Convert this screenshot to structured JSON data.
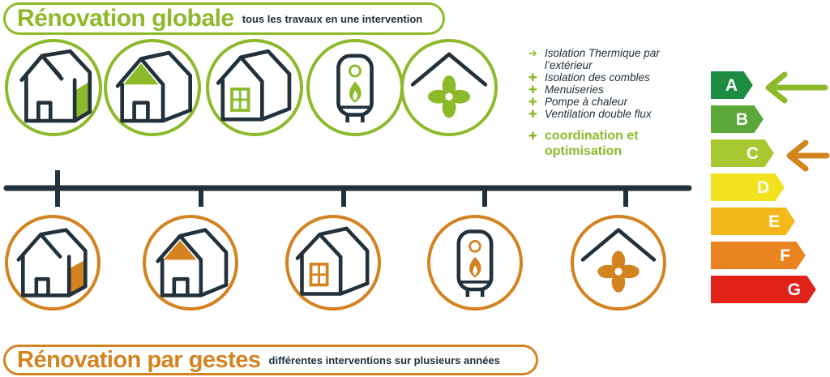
{
  "header": {
    "title": "Rénovation globale",
    "subtitle": "tous les travaux en une intervention",
    "color": "#8dba2b"
  },
  "footer": {
    "title": "Rénovation par gestes",
    "subtitle": "différentes interventions sur plusieurs années",
    "color": "#d38320"
  },
  "works_list": {
    "items": [
      {
        "mark": "➔",
        "text": "Isolation Thermique par l’extérieur"
      },
      {
        "mark": "✚",
        "text": "Isolation des combles"
      },
      {
        "mark": "✚",
        "text": "Menuiseries"
      },
      {
        "mark": "✚",
        "text": "Pompe à chaleur"
      },
      {
        "mark": "✚",
        "text": "Ventilation double flux"
      }
    ],
    "highlight": {
      "mark": "✚",
      "text": "coordination et optimisation"
    }
  },
  "icons": [
    "house-wall-insulation-icon",
    "house-attic-insulation-icon",
    "house-window-icon",
    "water-heater-icon",
    "ventilation-fan-icon"
  ],
  "energy_scale": {
    "labels": [
      "A",
      "B",
      "C",
      "D",
      "E",
      "F",
      "G"
    ],
    "colors": [
      "#1e8c43",
      "#5aa938",
      "#a9c932",
      "#f2e21e",
      "#f5b81a",
      "#ea8420",
      "#e2231a"
    ],
    "global_result": "A",
    "gestures_result": "C"
  }
}
